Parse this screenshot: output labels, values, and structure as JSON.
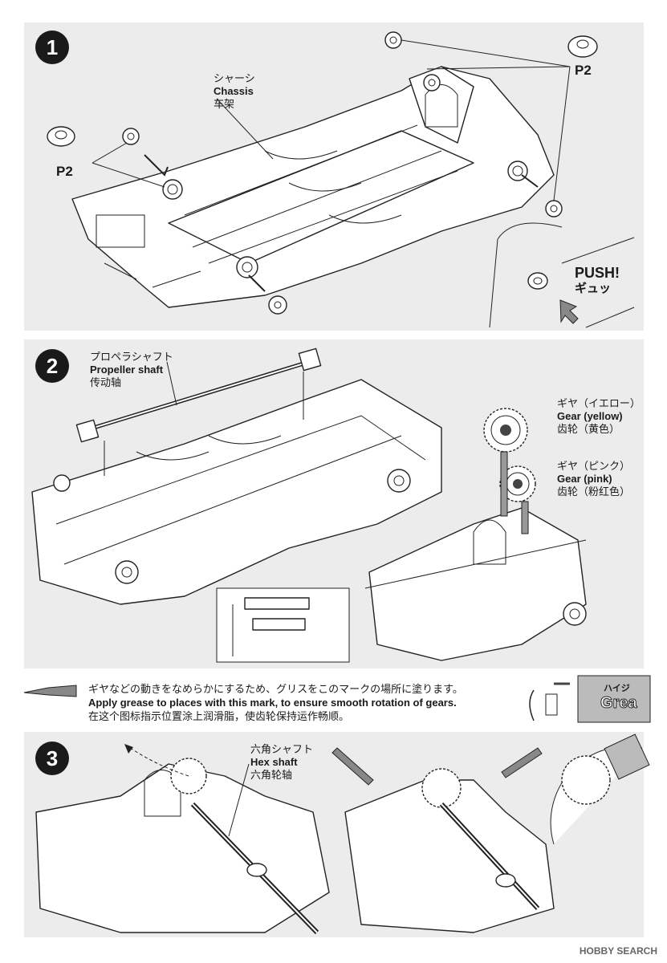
{
  "steps": {
    "s1": "1",
    "s2": "2",
    "s3": "3"
  },
  "step1": {
    "chassis_jp": "シャーシ",
    "chassis_en": "Chassis",
    "chassis_cn": "车架",
    "p2_left": "P2",
    "p2_right": "P2",
    "push_en": "PUSH!",
    "push_jp": "ギュッ"
  },
  "step2": {
    "shaft_jp": "プロペラシャフト",
    "shaft_en": "Propeller shaft",
    "shaft_cn": "传动轴",
    "gear_yellow_jp": "ギヤ（イエロー）",
    "gear_yellow_en": "Gear (yellow)",
    "gear_yellow_cn": "齿轮（黄色）",
    "gear_pink_jp": "ギヤ（ピンク）",
    "gear_pink_en": "Gear (pink)",
    "gear_pink_cn": "齿轮（粉红色）"
  },
  "grease": {
    "jp": "ギヤなどの動きをなめらかにするため、グリスをこのマークの場所に塗ります。",
    "en": "Apply grease to places with this mark, to ensure smooth rotation of gears.",
    "cn": "在这个图标指示位置涂上润滑脂，使齿轮保持运作畅顺。",
    "tube_label_jp": "ハイジ",
    "tube_label_en": "Grea"
  },
  "step3": {
    "hex_jp": "六角シャフト",
    "hex_en": "Hex shaft",
    "hex_cn": "六角轮轴"
  },
  "footer": {
    "brand": "HOBBY SEARCH"
  }
}
